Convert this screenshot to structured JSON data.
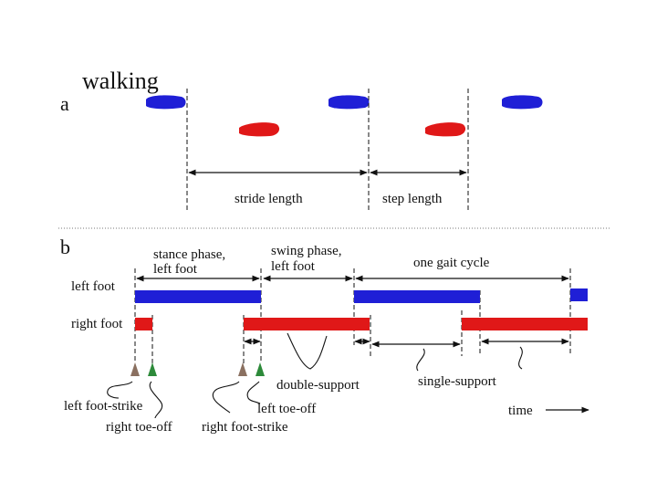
{
  "panel_a": {
    "letter": "a",
    "title": "walking",
    "dimension_labels": {
      "stride": "stride length",
      "step": "step length"
    },
    "colors": {
      "left_foot": "#1f1fd6",
      "right_foot": "#e01818"
    }
  },
  "panel_b": {
    "letter": "b",
    "rows": {
      "left": "left foot",
      "right": "right foot"
    },
    "phase_labels": {
      "stance_line1": "stance phase,",
      "stance_line2": "left foot",
      "swing_line1": "swing phase,",
      "swing_line2": "left foot",
      "cycle": "one gait cycle"
    },
    "event_labels": {
      "left_foot_strike": "left foot-strike",
      "right_toe_off": "right toe-off",
      "right_foot_strike": "right foot-strike",
      "left_toe_off": "left toe-off",
      "double_support": "double-support",
      "single_support": "single-support",
      "time": "time"
    },
    "marker_colors": {
      "strike": "#8a7060",
      "toe_off": "#2d8a3a"
    }
  }
}
